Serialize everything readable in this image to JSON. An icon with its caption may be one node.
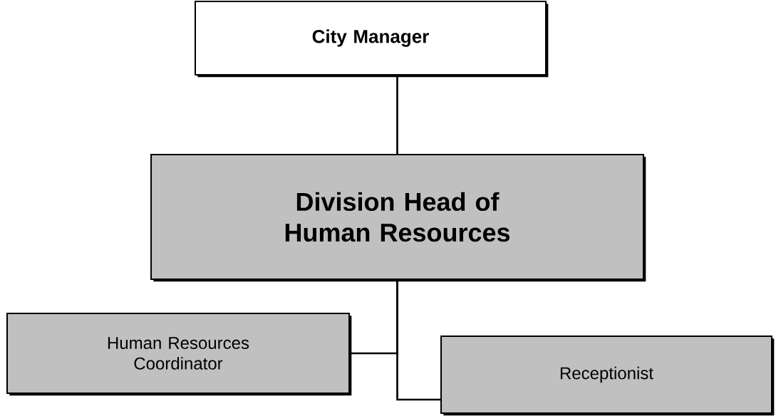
{
  "diagram": {
    "nodes": [
      {
        "text": [
          "City Manager"
        ]
      },
      {
        "text": [
          "Division Head of Human Resources"
        ]
      },
      {
        "text": [
          "Human Resources Coordinator"
        ]
      },
      {
        "text": [
          "Receptionist"
        ]
      }
    ],
    "edges": [
      {
        "from": 0,
        "to": 1,
        "arrow": "none"
      },
      {
        "from": 1,
        "to": 2,
        "arrow": "none"
      },
      {
        "from": 1,
        "to": 3,
        "arrow": "none"
      }
    ]
  }
}
